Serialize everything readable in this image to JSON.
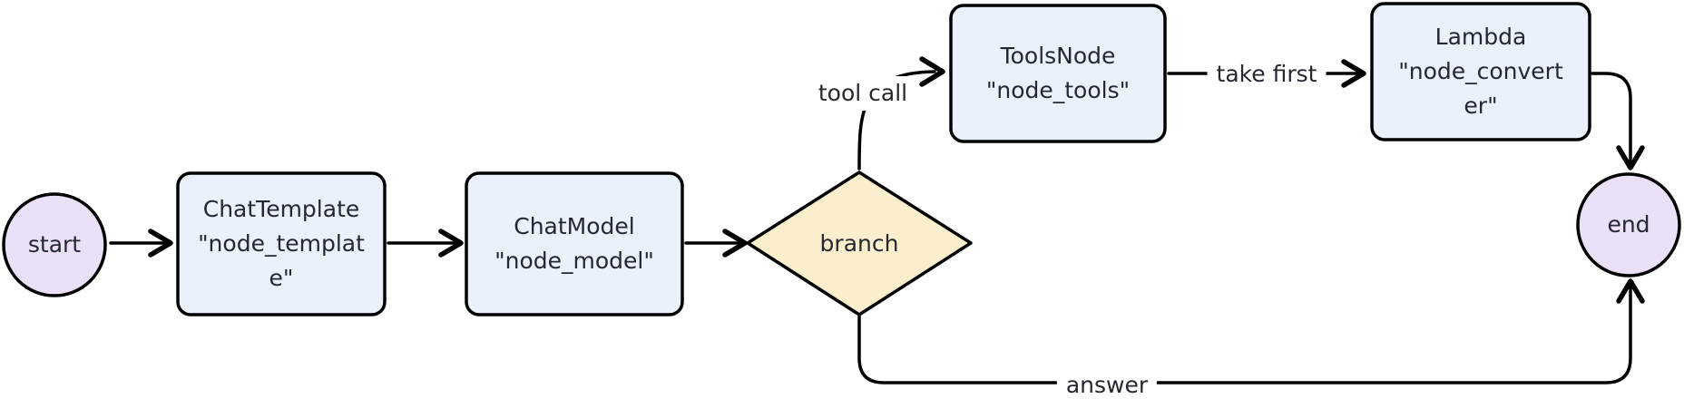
{
  "diagram": {
    "type": "flowchart",
    "direction": "left-to-right",
    "background": "#ffffff"
  },
  "theme": {
    "background": "#ffffff",
    "node_box_fill": "#eaf1fb",
    "terminal_fill": "#eae0f8",
    "decision_fill": "#faeecd",
    "border_color": "#000000",
    "edge_color": "#000000",
    "text_color": "#252831",
    "label_bg": "#ffffff"
  },
  "nodes": {
    "start": {
      "shape": "circle",
      "label": "start"
    },
    "chat_template": {
      "shape": "rounded-rect",
      "lines": [
        "ChatTemplate",
        "\"node_templat",
        "e\""
      ]
    },
    "chat_model": {
      "shape": "rounded-rect",
      "lines": [
        "ChatModel",
        "\"node_model\""
      ]
    },
    "branch": {
      "shape": "diamond",
      "label": "branch"
    },
    "tools_node": {
      "shape": "rounded-rect",
      "lines": [
        "ToolsNode",
        "\"node_tools\""
      ]
    },
    "lambda": {
      "shape": "rounded-rect",
      "lines": [
        "Lambda",
        "\"node_convert",
        "er\""
      ]
    },
    "end": {
      "shape": "circle",
      "label": "end"
    }
  },
  "edges": [
    {
      "from": "start",
      "to": "chat_template",
      "label": ""
    },
    {
      "from": "chat_template",
      "to": "chat_model",
      "label": ""
    },
    {
      "from": "chat_model",
      "to": "branch",
      "label": ""
    },
    {
      "from": "branch",
      "to": "tools_node",
      "label": "tool call"
    },
    {
      "from": "tools_node",
      "to": "lambda",
      "label": "take first"
    },
    {
      "from": "lambda",
      "to": "end",
      "label": ""
    },
    {
      "from": "branch",
      "to": "end",
      "label": "answer"
    }
  ]
}
